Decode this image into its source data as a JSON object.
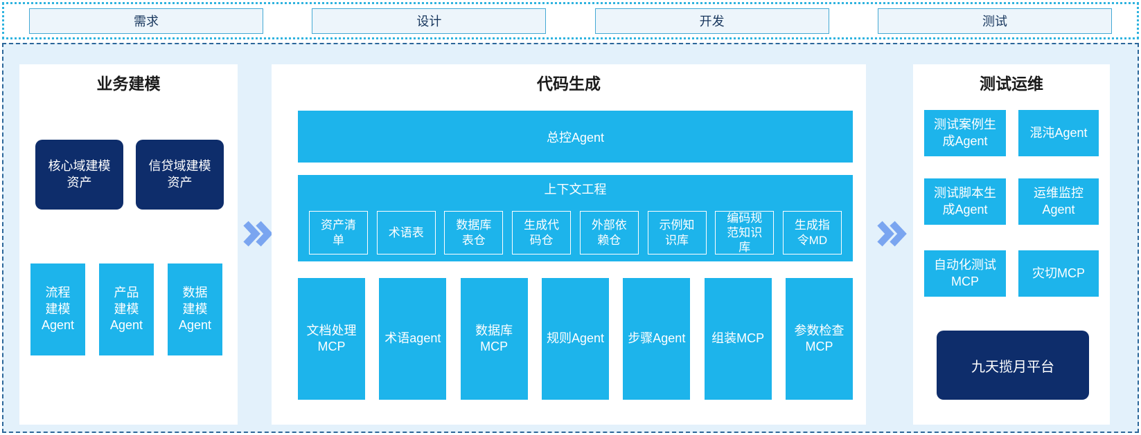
{
  "phases": [
    {
      "label": "需求"
    },
    {
      "label": "设计"
    },
    {
      "label": "开发"
    },
    {
      "label": "测试"
    }
  ],
  "sections": {
    "business_modeling": {
      "title": "业务建模",
      "assets": [
        "核心域建模资产",
        "信贷域建模资产"
      ],
      "agents": [
        "流程建模Agent",
        "产品建模Agent",
        "数据建模Agent"
      ]
    },
    "code_generation": {
      "title": "代码生成",
      "master_agent": "总控Agent",
      "context_engineering": {
        "title": "上下文工程",
        "items": [
          "资产清单",
          "术语表",
          "数据库表仓",
          "生成代码仓",
          "外部依赖仓",
          "示例知识库",
          "编码规范知识库",
          "生成指令MD"
        ]
      },
      "tools": [
        "文档处理MCP",
        "术语agent",
        "数据库MCP",
        "规则Agent",
        "步骤Agent",
        "组装MCP",
        "参数检查MCP"
      ]
    },
    "test_ops": {
      "title": "测试运维",
      "boxes": [
        "测试案例生成Agent",
        "混沌Agent",
        "测试脚本生成Agent",
        "运维监控Agent",
        "自动化测试MCP",
        "灾切MCP"
      ],
      "platform": "九天揽月平台"
    }
  },
  "icons": {
    "flow_arrow": "double-chevron-right"
  },
  "colors": {
    "cyan": "#1DB4EB",
    "navy": "#0E2D6B",
    "area-bg": "#E3F1FB",
    "panel-bg": "#FFFFFF",
    "phase-box-bg": "#EDF5FB",
    "phase-border": "#44A9D4",
    "dotted-border": "#2FB3DF",
    "dashed-border": "#2B6699",
    "arrow": "#7AA5F0",
    "title-text": "#1A1A1A",
    "phase-text": "#17365D"
  }
}
